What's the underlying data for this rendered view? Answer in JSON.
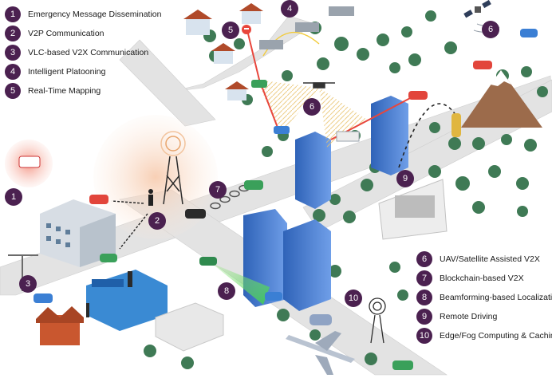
{
  "legend_left": [
    {
      "num": "1",
      "label": "Emergency Message Dissemination"
    },
    {
      "num": "2",
      "label": "V2P Communication"
    },
    {
      "num": "3",
      "label": "VLC-based V2X Communication"
    },
    {
      "num": "4",
      "label": "Intelligent Platooning"
    },
    {
      "num": "5",
      "label": "Real-Time Mapping"
    }
  ],
  "legend_right": [
    {
      "num": "6",
      "label": "UAV/Satellite Assisted V2X"
    },
    {
      "num": "7",
      "label": "Blockchain-based V2X"
    },
    {
      "num": "8",
      "label": "Beamforming-based Localization"
    },
    {
      "num": "9",
      "label": "Remote Driving"
    },
    {
      "num": "10",
      "label": "Edge/Fog Computing & Caching"
    }
  ],
  "map_markers": [
    "1",
    "2",
    "3",
    "4",
    "5",
    "6",
    "6",
    "7",
    "8",
    "9",
    "10"
  ],
  "colors": {
    "badge": "#4b2150",
    "road": "#e3e3e3",
    "ground": "#ffffff",
    "tree": "#3f7a55",
    "building": "#3b6fc7",
    "link_red": "#e8463c"
  }
}
